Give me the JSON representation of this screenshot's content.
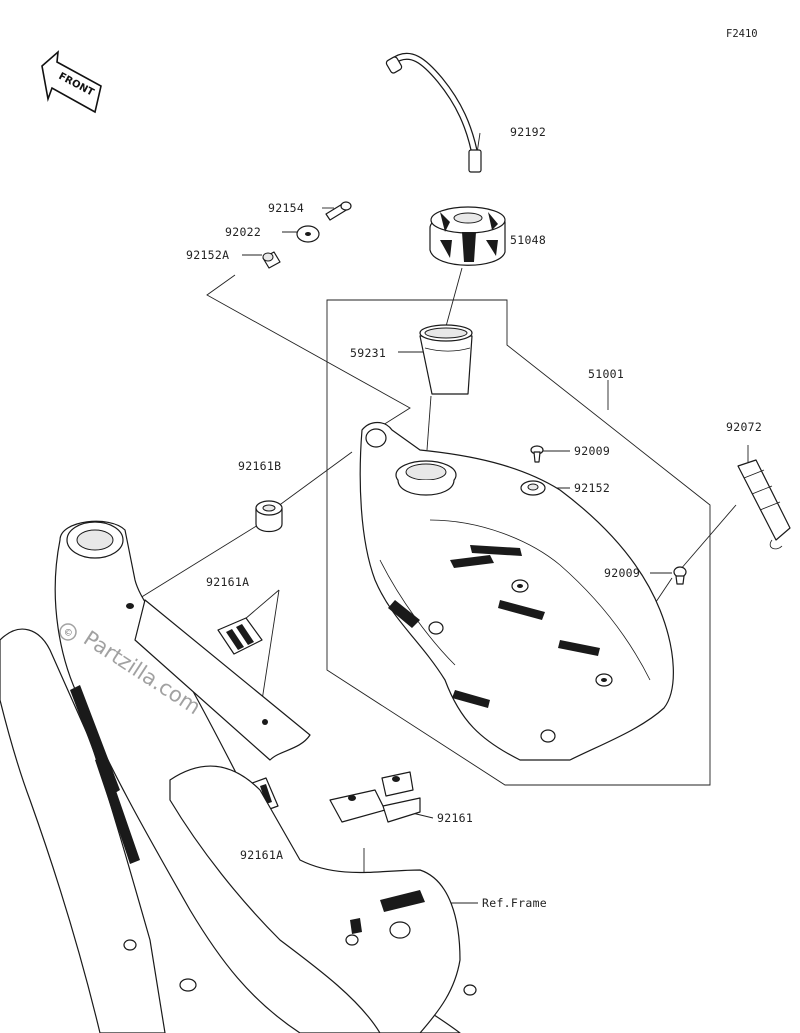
{
  "figure_code": "F2410",
  "front_marker": "FRONT",
  "watermark": "Partzilla.com",
  "callouts": {
    "hose_92192": "92192",
    "bolt_92154": "92154",
    "washer_92022": "92022",
    "collar_92152A": "92152A",
    "cap_51048": "51048",
    "filter_59231": "59231",
    "tank_51001": "51001",
    "damper_92161B": "92161B",
    "bolt_92009_top": "92009",
    "collar_92152": "92152",
    "band_92072": "92072",
    "bolt_92009_side": "92009",
    "damper_92161A_upper": "92161A",
    "damper_92161A_lower": "92161A",
    "damper_92161": "92161",
    "ref_frame": "Ref.Frame"
  }
}
